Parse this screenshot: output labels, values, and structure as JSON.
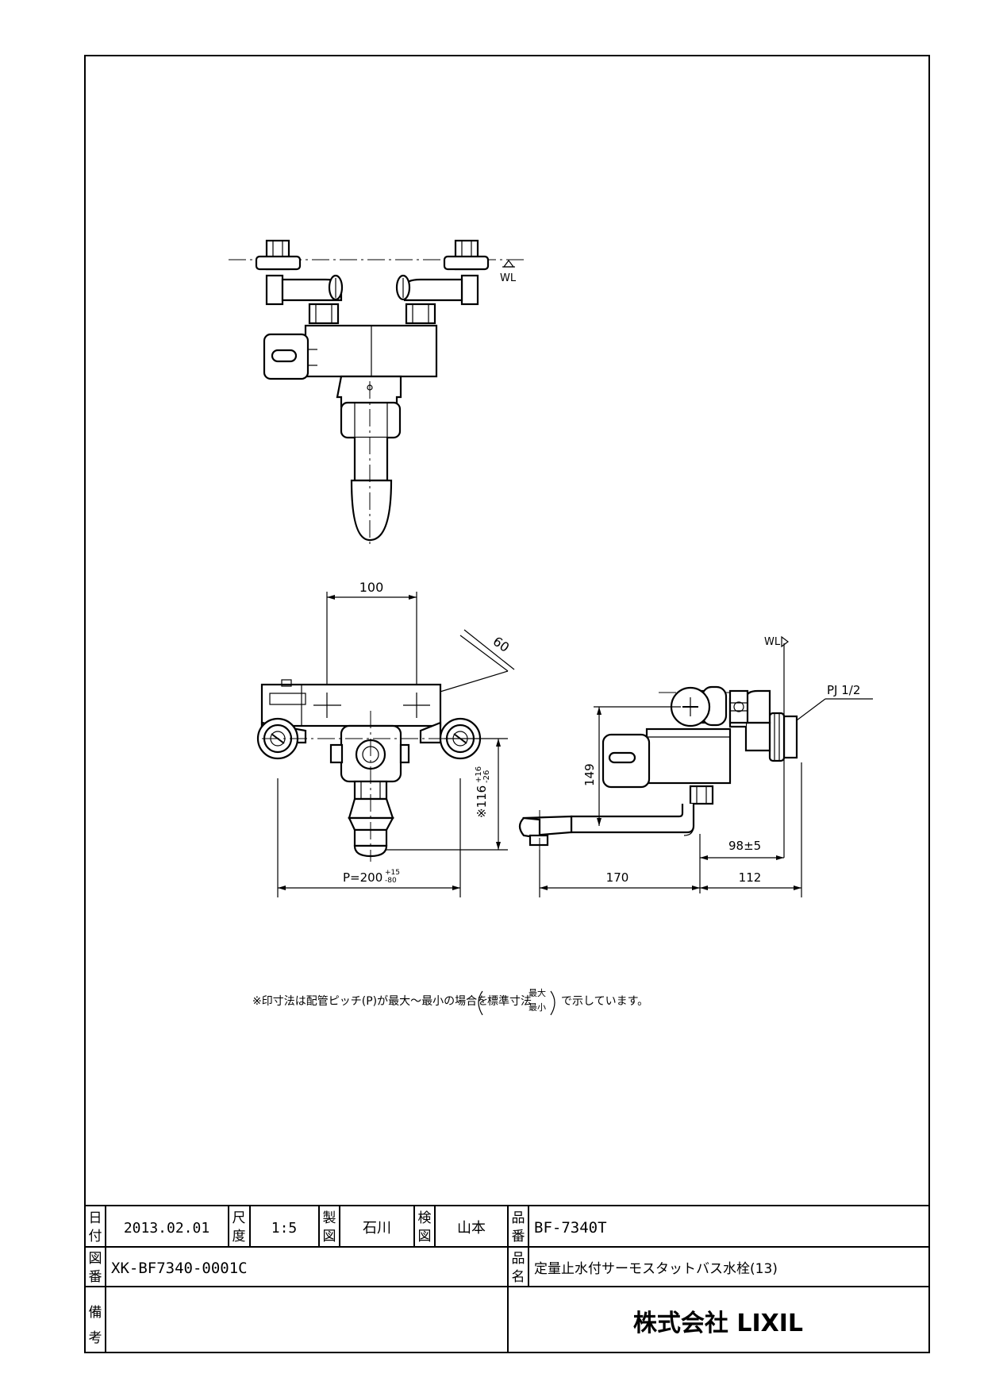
{
  "drawing": {
    "labels": {
      "wl_front": "WL",
      "wl_side": "WL",
      "pj": "PJ 1/2"
    },
    "dimensions": {
      "top_spacing": "100",
      "angle": "60",
      "pitch": "P=200",
      "pitch_tol_plus": "+15",
      "pitch_tol_minus": "-80",
      "height_star": "※116",
      "height_tol_plus": "+16",
      "height_tol_minus": "-26",
      "side_height": "149",
      "spout_length": "170",
      "wall_depth": "112",
      "wall_offset": "98±5"
    },
    "note": {
      "prefix": "※印寸法は配管ピッチ(P)が最大～最小の場合を",
      "inner": "標準寸法",
      "max": "最大",
      "min": "最小",
      "suffix": "で示しています。"
    }
  },
  "title_block": {
    "date_label_1": "日",
    "date_label_2": "付",
    "date_value": "2013.02.01",
    "scale_label_1": "尺",
    "scale_label_2": "度",
    "scale_value": "1:5",
    "drawn_label_1": "製",
    "drawn_label_2": "図",
    "drawn_value": "石川",
    "checked_label_1": "検",
    "checked_label_2": "図",
    "checked_value": "山本",
    "part_no_label_1": "品",
    "part_no_label_2": "番",
    "part_no_value": "BF-7340T",
    "drawing_no_label_1": "図",
    "drawing_no_label_2": "番",
    "drawing_no_value": "XK-BF7340-0001C",
    "product_name_label_1": "品",
    "product_name_label_2": "名",
    "product_name_value": "定量止水付サーモスタットバス水栓(13)",
    "remarks_label_1": "備",
    "remarks_label_2": "考",
    "company": "株式会社 LIXIL"
  }
}
